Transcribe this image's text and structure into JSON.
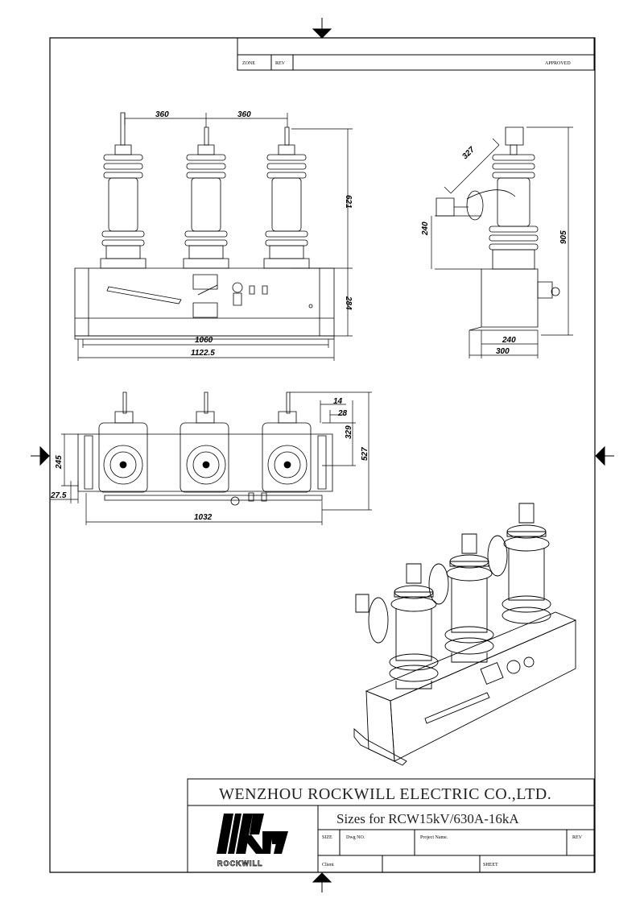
{
  "revision_block": {
    "zone_label": "ZONE",
    "rev_label": "REV",
    "approved_label": "APPROVED"
  },
  "front_view": {
    "pitch_left": "360",
    "pitch_right": "360",
    "height_pole": "621",
    "height_box": "284",
    "width_inner": "1060",
    "width_overall": "1122.5"
  },
  "side_view": {
    "arm_length": "327",
    "terminal_height": "240",
    "total_height": "905",
    "base_inner": "240",
    "base_outer": "300"
  },
  "top_view": {
    "offset_a": "14",
    "offset_b": "28",
    "depth_a": "329",
    "depth_total": "527",
    "mount_depth": "245",
    "edge_offset": "27.5",
    "width": "1032"
  },
  "title_block": {
    "company": "WENZHOU ROCKWILL ELECTRIC CO.,LTD.",
    "title": "Sizes for RCW15kV/630A-16kA",
    "size_label": "SIZE",
    "dwg_label": "Dwg NO.",
    "project_label": "Project Name.",
    "rev_label": "REV",
    "client_label": "Client",
    "sheet_label": "SHEET",
    "logo_text": "ROCKWILL",
    "logo_mark": "RW"
  }
}
